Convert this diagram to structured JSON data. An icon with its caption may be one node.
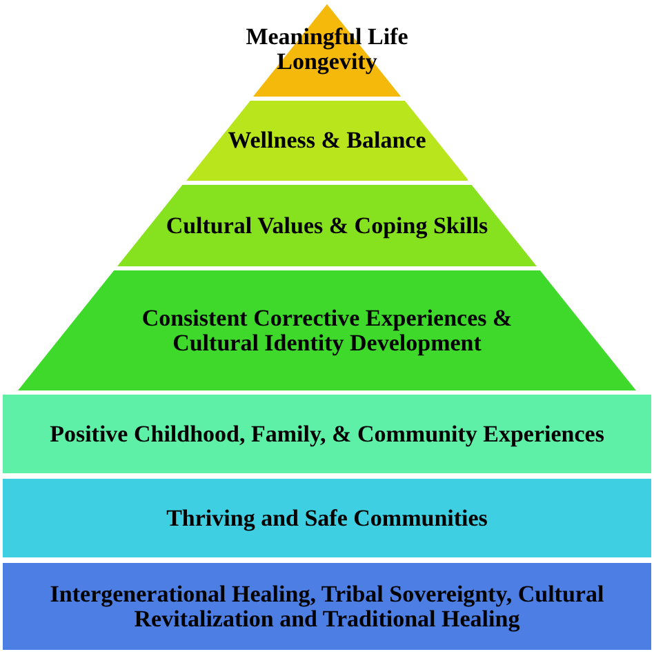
{
  "diagram": {
    "nodes": [
      {
        "text": [
          "Meaningful Life Longevity"
        ]
      },
      {
        "text": [
          "Wellness & Balance"
        ]
      },
      {
        "text": [
          "Cultural Values & Coping Skills"
        ]
      },
      {
        "text": [
          "Consistent Corrective Experiences & Cultural Identity Development"
        ]
      },
      {
        "text": [
          "Positive Childhood, Family, & Community Experiences"
        ]
      },
      {
        "text": [
          "Thriving and Safe Communities"
        ]
      },
      {
        "text": [
          "Intergenerational Healing, Tribal Sovereignty, Cultural Revitalization and Traditional Healing"
        ]
      }
    ]
  }
}
